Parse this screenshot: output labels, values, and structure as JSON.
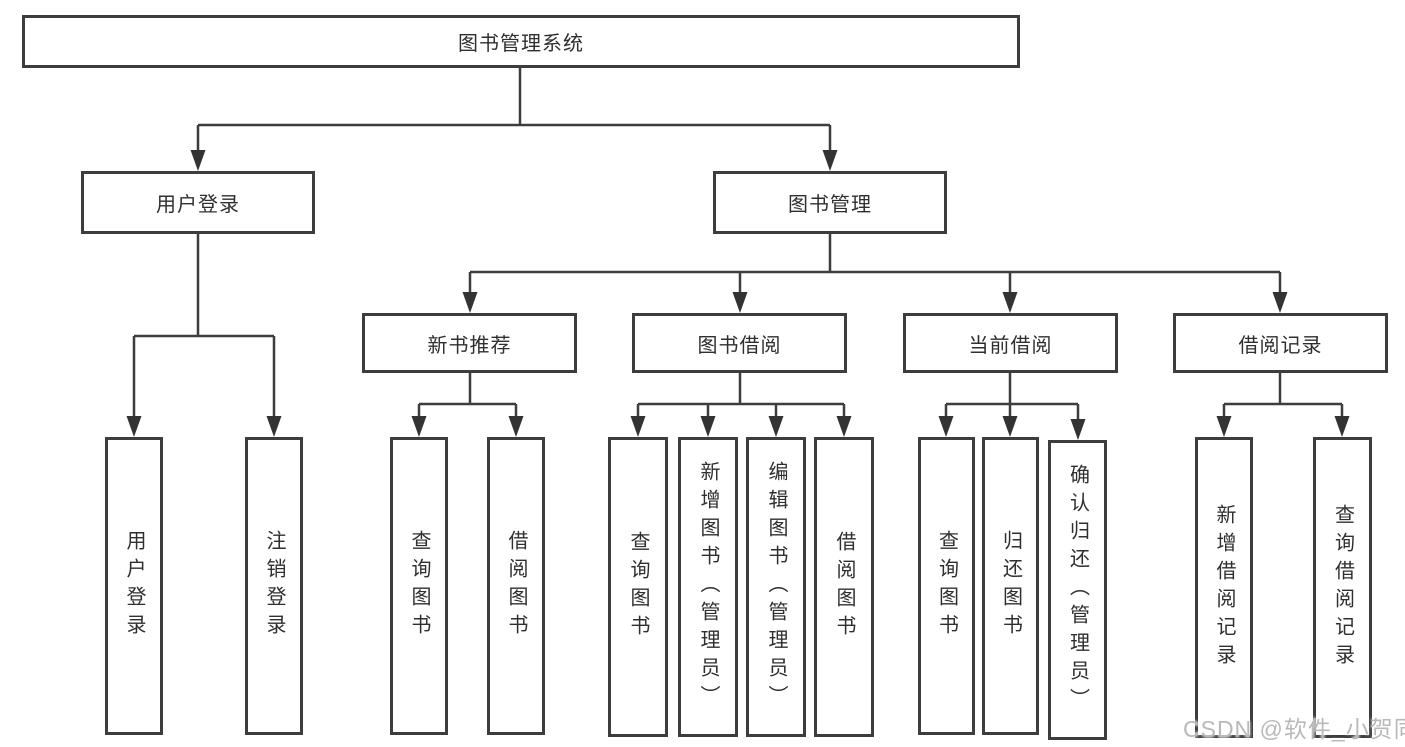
{
  "page": {
    "kind": "hierarchy-diagram",
    "background_color": "#ffffff",
    "line_color": "#3d3d3d",
    "text_color": "#2f2f2f",
    "watermark": {
      "text": "CSDN @软件_小贺同学",
      "color": "#b9b9b9"
    }
  },
  "tree": {
    "root": {
      "label": "图书管理系统",
      "children": [
        {
          "label": "用户登录",
          "children": [
            {
              "label": "用户登录"
            },
            {
              "label": "注销登录"
            }
          ]
        },
        {
          "label": "图书管理",
          "children": [
            {
              "label": "新书推荐",
              "children": [
                {
                  "label": "查询图书"
                },
                {
                  "label": "借阅图书"
                }
              ]
            },
            {
              "label": "图书借阅",
              "children": [
                {
                  "label": "查询图书"
                },
                {
                  "label": "新增图书（管理员）"
                },
                {
                  "label": "编辑图书（管理员）"
                },
                {
                  "label": "借阅图书"
                }
              ]
            },
            {
              "label": "当前借阅",
              "children": [
                {
                  "label": "查询图书"
                },
                {
                  "label": "归还图书"
                },
                {
                  "label": "确认归还（管理员）"
                }
              ]
            },
            {
              "label": "借阅记录",
              "children": [
                {
                  "label": "新增借阅记录"
                },
                {
                  "label": "查询借阅记录"
                }
              ]
            }
          ]
        }
      ]
    }
  }
}
